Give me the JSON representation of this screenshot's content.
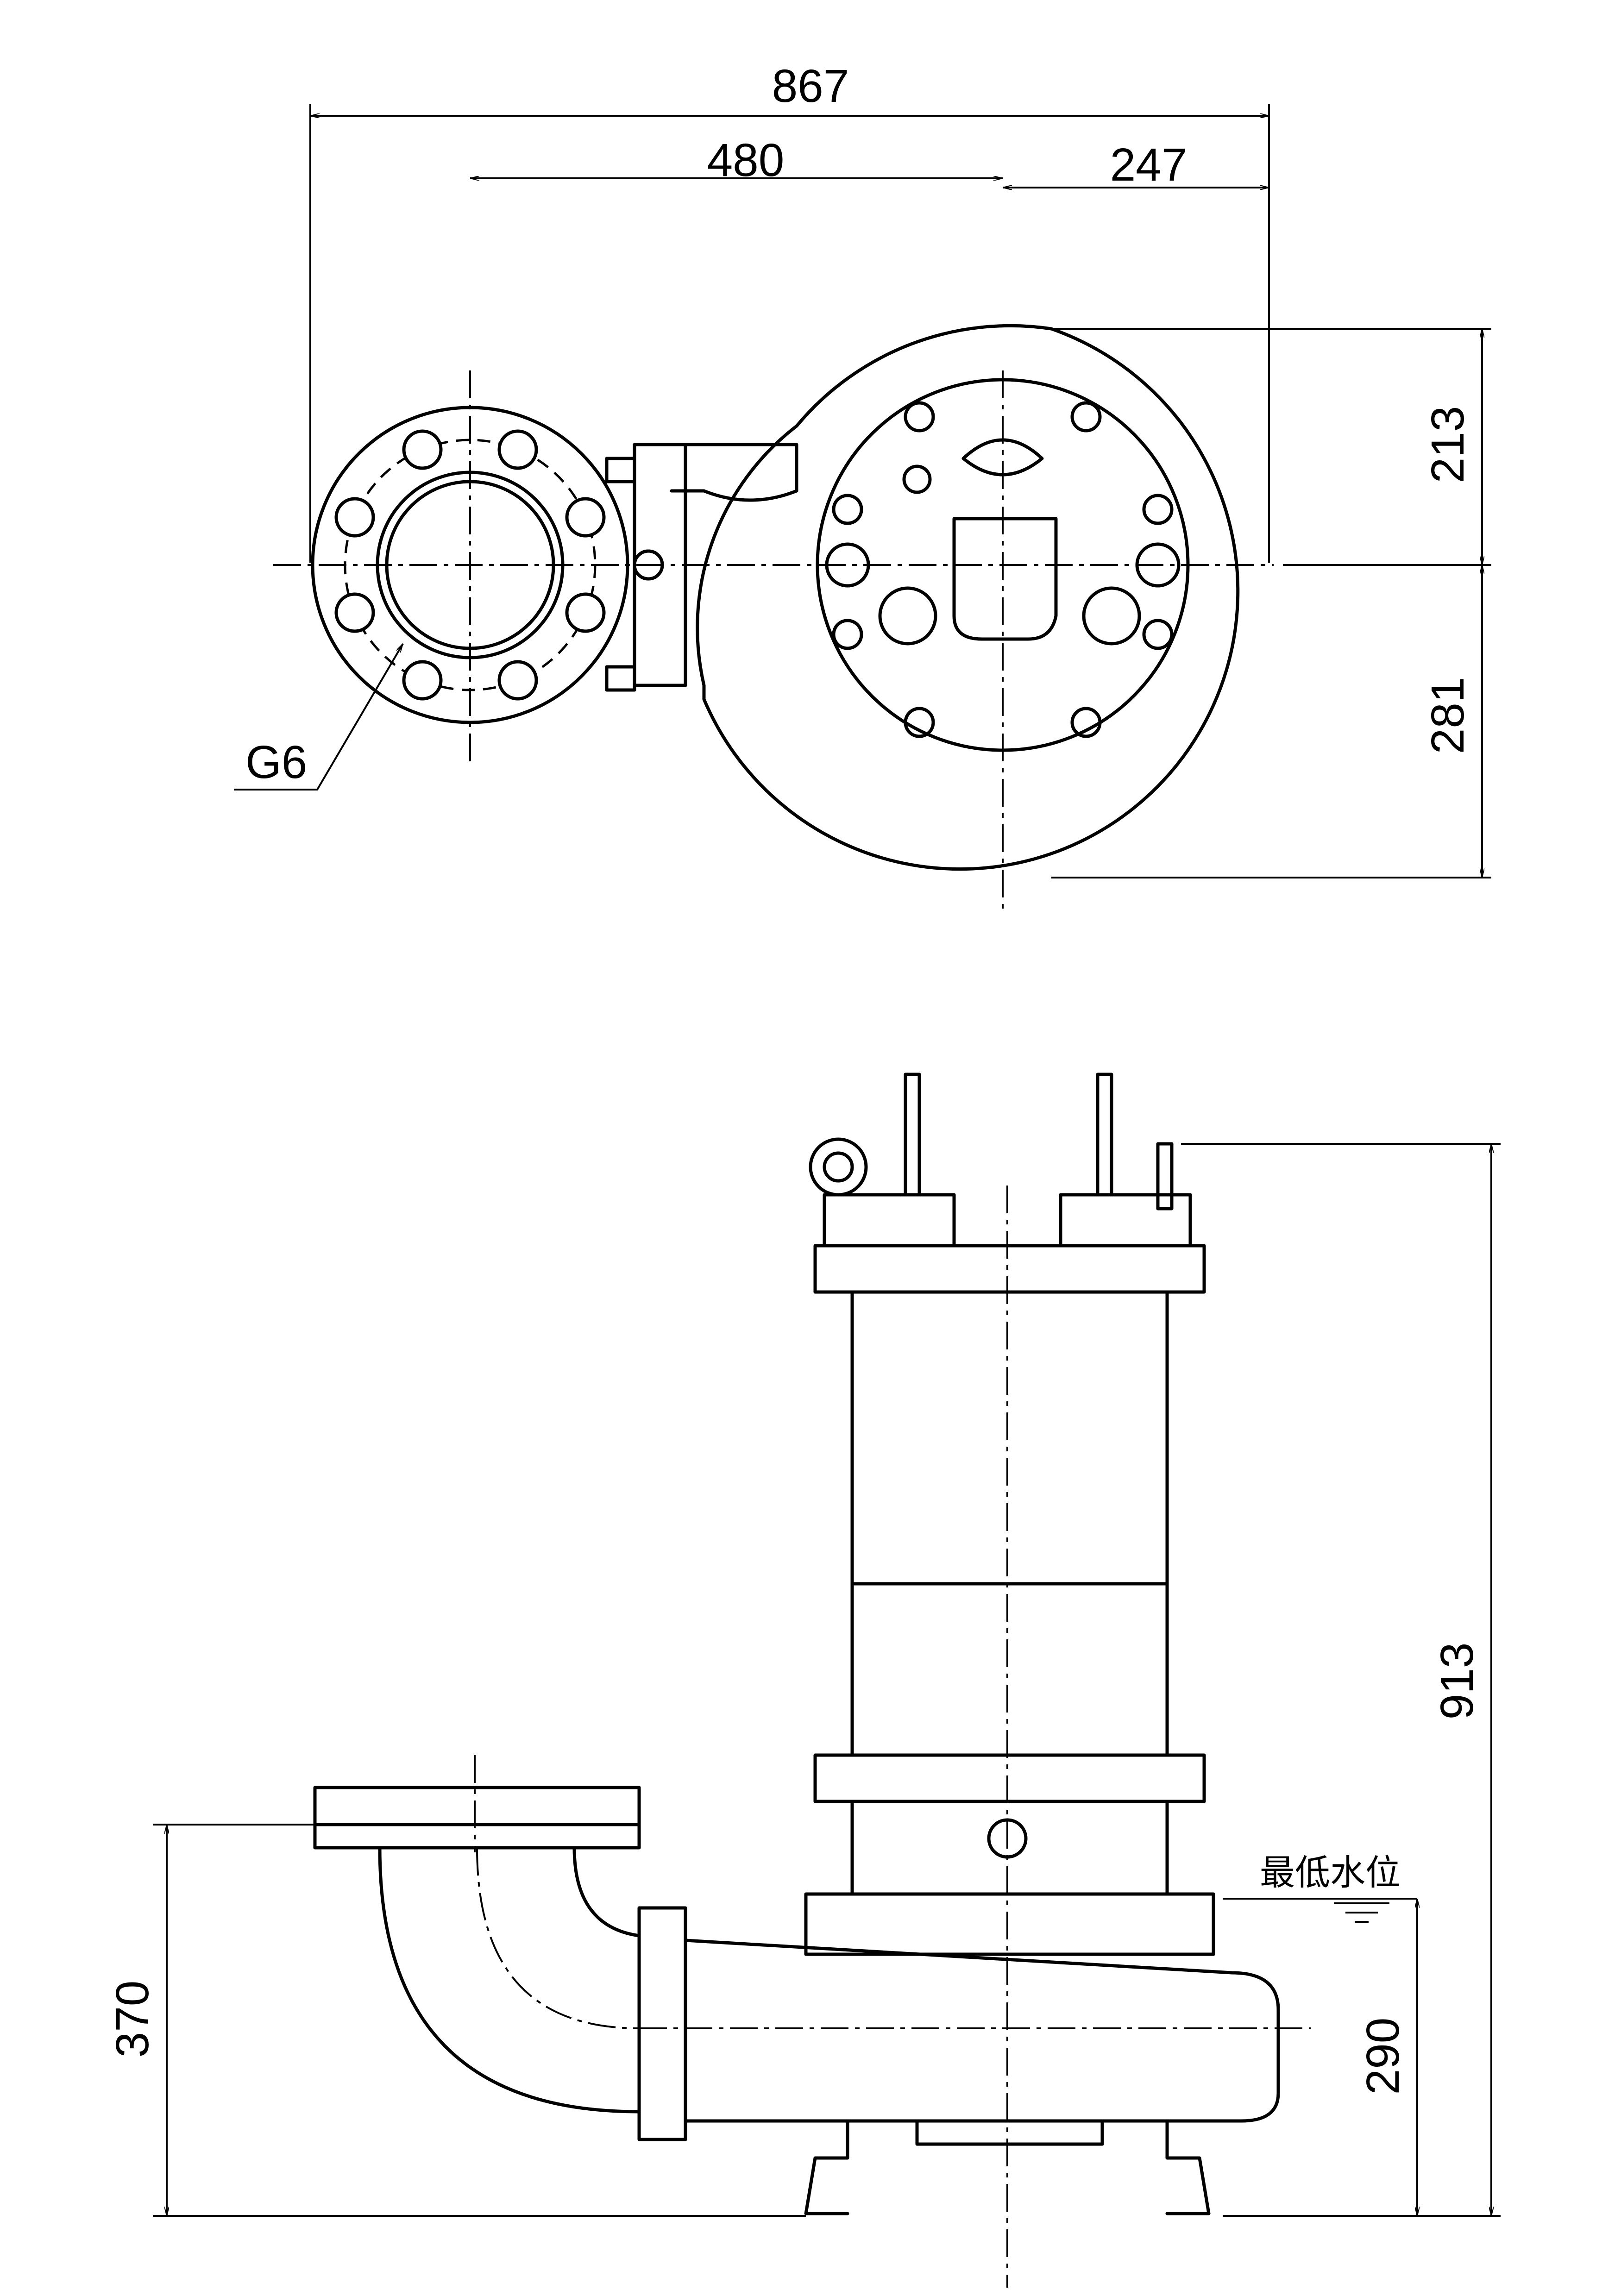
{
  "plan_view": {
    "dimensions": {
      "overall_width": "867",
      "flange_to_center": "480",
      "center_to_right": "247",
      "center_to_top": "213",
      "center_to_bottom": "281"
    },
    "flange_label": "G6"
  },
  "elevation_view": {
    "dimensions": {
      "overall_height": "913",
      "discharge_height": "370",
      "min_water_height": "290"
    },
    "water_level_label": "最低水位"
  }
}
